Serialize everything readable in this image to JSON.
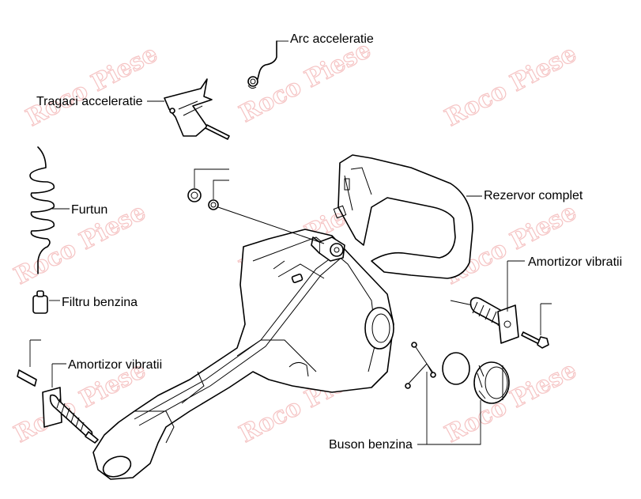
{
  "labels": {
    "arc_acceleratie": "Arc acceleratie",
    "tragaci_acceleratie": "Tragaci acceleratie",
    "furtun": "Furtun",
    "filtru_benzina": "Filtru benzina",
    "amortizor_left": "Amortizor vibratii",
    "rezervor_complet": "Rezervor complet",
    "amortizor_right": "Amortizor vibratii",
    "buson_benzina": "Buson benzina"
  },
  "watermark": "Roco Piese",
  "colors": {
    "watermark": "#f4b9b9",
    "line": "#000000"
  }
}
